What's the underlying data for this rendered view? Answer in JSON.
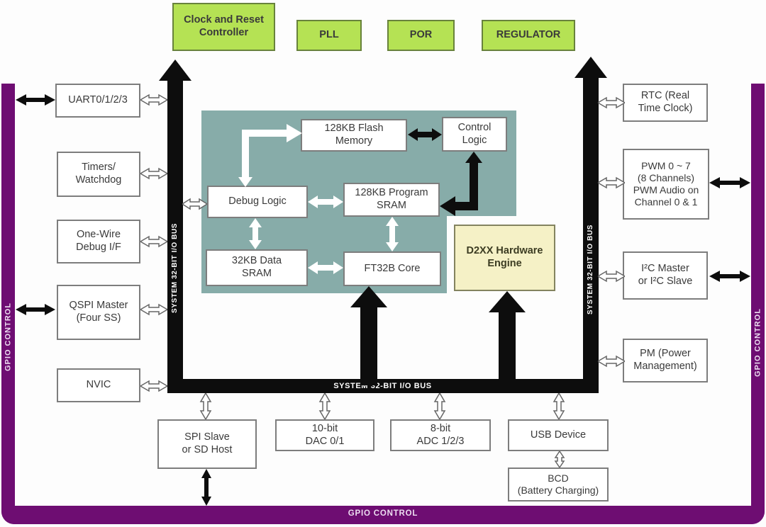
{
  "diagram": {
    "top": {
      "clock": "Clock and Reset\nController",
      "pll": "PLL",
      "por": "POR",
      "regulator": "REGULATOR"
    },
    "left": {
      "uart": "UART0/1/2/3",
      "timers": "Timers/\nWatchdog",
      "onewire": "One-Wire\nDebug I/F",
      "qspi": "QSPI Master\n(Four SS)",
      "nvic": "NVIC"
    },
    "core": {
      "flash": "128KB Flash\nMemory",
      "control": "Control\nLogic",
      "debug": "Debug Logic",
      "psram": "128KB Program\nSRAM",
      "dsram": "32KB Data\nSRAM",
      "ft32b": "FT32B Core",
      "d2xx": "D2XX Hardware\nEngine"
    },
    "right": {
      "rtc": "RTC (Real\nTime Clock)",
      "pwm": "PWM 0 ~ 7\n(8 Channels)\nPWM Audio on\nChannel 0 & 1",
      "i2c": "I²C Master\nor I²C Slave",
      "pm": "PM (Power\nManagement)"
    },
    "bottom": {
      "spi": "SPI Slave\nor SD Host",
      "dac": "10-bit\nDAC 0/1",
      "adc": "8-bit\nADC 1/2/3",
      "usb": "USB Device",
      "bcd": "BCD\n(Battery Charging)"
    },
    "buses": {
      "vertical_left": "SYSTEM 32-BIT I/O BUS",
      "vertical_right": "SYSTEM 32-BIT I/O BUS",
      "horizontal": "SYSTEM 32-BIT I/O BUS"
    },
    "gpio": {
      "left": "GPIO CONTROL",
      "right": "GPIO CONTROL",
      "bottom": "GPIO CONTROL"
    }
  },
  "colors": {
    "green": "#b5e254",
    "green-border": "#68823c",
    "teal": "#87aca9",
    "yellow": "#f5f1c6",
    "yellow-border": "#83835f",
    "purple": "#6e0d72",
    "bus": "#0d0d0d",
    "box-border": "#7d7d7d",
    "text": "#3a3a3a"
  }
}
